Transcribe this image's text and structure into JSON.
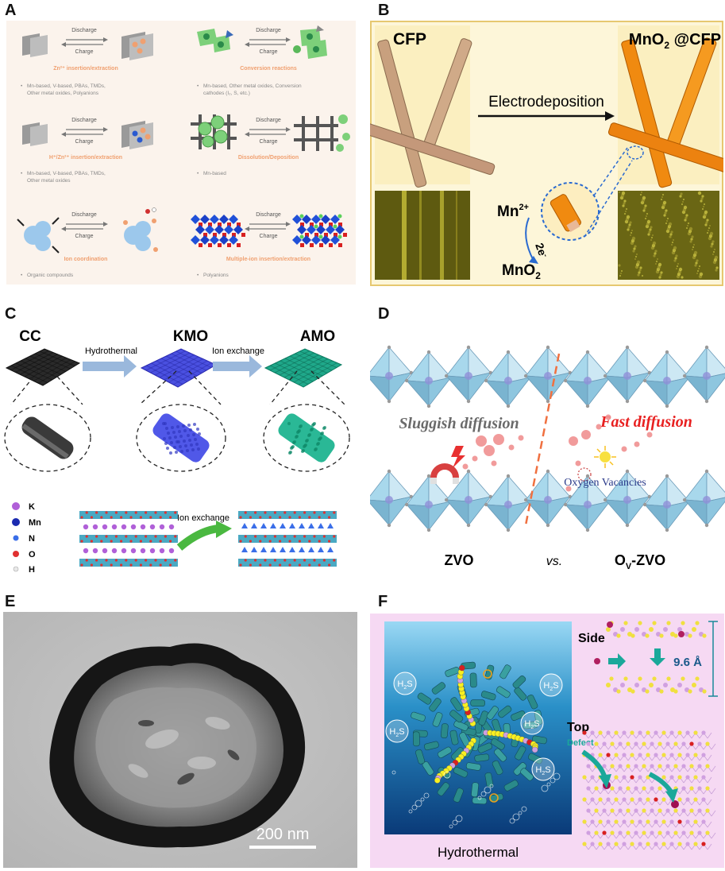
{
  "panel_letters": [
    "A",
    "B",
    "C",
    "D",
    "E",
    "F"
  ],
  "panelA": {
    "arrow_top": "Discharge",
    "arrow_bottom": "Charge",
    "mechanisms": [
      {
        "title": "Zn²⁺ insertion/extraction",
        "materials": "Mn-based, V-based, PBAs, TMDs,\nOther metal oxides, Polyanions"
      },
      {
        "title": "Conversion reactions",
        "materials": "Mn-based, Other metal oxides, Conversion\ncathodes (I₂, S, etc.)"
      },
      {
        "title": "H⁺/Zn²⁺ insertion/extraction",
        "materials": "Mn-based, V-based, PBAs, TMDs,\nOther metal oxides"
      },
      {
        "title": "Dissolution/Deposition",
        "materials": "Mn-based"
      },
      {
        "title": "Ion coordination",
        "materials": "Organic compounds"
      },
      {
        "title": "Multiple-ion insertion/extraction",
        "materials": "Polyanions"
      }
    ]
  },
  "panelB": {
    "left_label": "CFP",
    "right_label_main": "MnO",
    "right_label_sub": "2",
    "right_label_tail": " @CFP",
    "arrow_label": "Electrodeposition",
    "ion_main": "Mn",
    "ion_sup": "2+",
    "electron_main": "2e",
    "electron_sup": "-",
    "product_main": "MnO",
    "product_sub": "2"
  },
  "panelC": {
    "stage_labels": [
      "CC",
      "KMO",
      "AMO"
    ],
    "arrow1_label": "Hydrothermal",
    "arrow2_label": "Ion exchange",
    "bottom_arrow_label": "Ion exchange",
    "legend": [
      {
        "symbol": "K",
        "color": "#b060d8"
      },
      {
        "symbol": "Mn",
        "color": "#1a2ab0"
      },
      {
        "symbol": "N",
        "color": "#3a6ee8"
      },
      {
        "symbol": "O",
        "color": "#e03030"
      },
      {
        "symbol": "H",
        "color": "#e8e8e8"
      }
    ]
  },
  "panelD": {
    "left_caption": "Sluggish diffusion",
    "right_caption": "Fast diffusion",
    "vacancy_label": "Oxygen Vacancies",
    "bottom_left": "ZVO",
    "bottom_vs": "vs.",
    "bottom_right_main": "O",
    "bottom_right_sub": "V",
    "bottom_right_tail": "-ZVO"
  },
  "panelE": {
    "scale_bar": "200 nm"
  },
  "panelF": {
    "side_label": "Side",
    "spacing_label": "9.6 Å",
    "top_label": "Top",
    "defect_label": "Defect",
    "method_label": "Hydrothermal",
    "gas_main": "H",
    "gas_sub": "2",
    "gas_tail": "S"
  },
  "colors": {
    "panelA_bg": "#fbf3ec",
    "panelB_bg": "#fdf6d9",
    "fiber_tan": "#c8a07e",
    "fiber_orange": "#f08a10",
    "sem_yellow": "#6e6a18",
    "cc_black": "#2a2a2a",
    "kmo_blue": "#4a50e0",
    "amo_teal": "#1fa88a",
    "octa_blue": "#8ec6df",
    "dashed_orange": "#f07040",
    "fast_red": "#e82020",
    "panelF_bg": "#f6d9f3",
    "water_blue": "#1a78b8"
  }
}
